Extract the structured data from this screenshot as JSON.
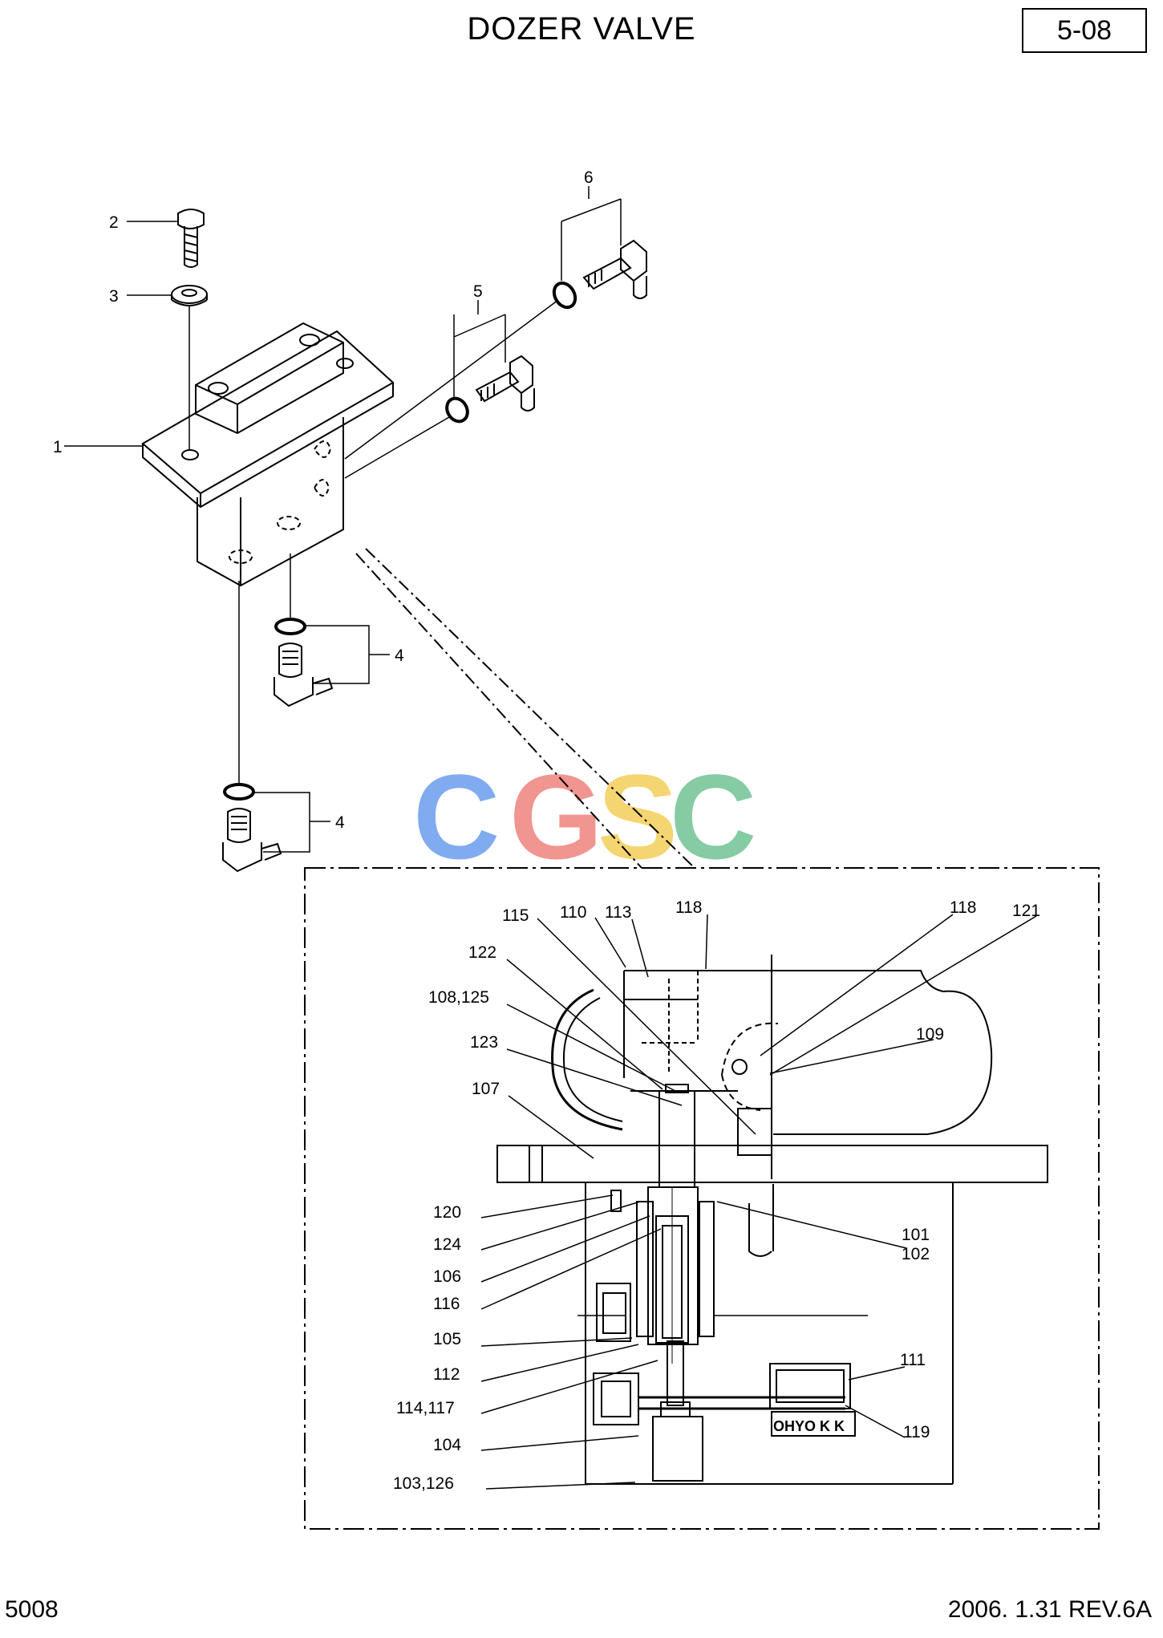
{
  "title": "DOZER VALVE",
  "page_code": "5-08",
  "footer": {
    "left": "5008",
    "right": "2006. 1.31  REV.6A"
  },
  "watermark": {
    "letters": [
      "C",
      "G",
      "S",
      "C"
    ],
    "colors": [
      "#7aa7f0",
      "#f0908a",
      "#f5d36a",
      "#7fc9a0"
    ]
  },
  "callouts": {
    "c1": "1",
    "c2": "2",
    "c3": "3",
    "c4a": "4",
    "c4b": "4",
    "c5": "5",
    "c6": "6",
    "c101": "101",
    "c102": "102",
    "c103": "103,126",
    "c104": "104",
    "c105": "105",
    "c106": "106",
    "c107": "107",
    "c108": "108,125",
    "c109": "109",
    "c110": "110",
    "c111": "111",
    "c112": "112",
    "c113": "113",
    "c114": "114,117",
    "c115": "115",
    "c116": "116",
    "c118a": "118",
    "c118b": "118",
    "c119": "119",
    "c120": "120",
    "c121": "121",
    "c122": "122",
    "c123": "123",
    "c124": "124"
  },
  "nameplate": "OHYO K K"
}
